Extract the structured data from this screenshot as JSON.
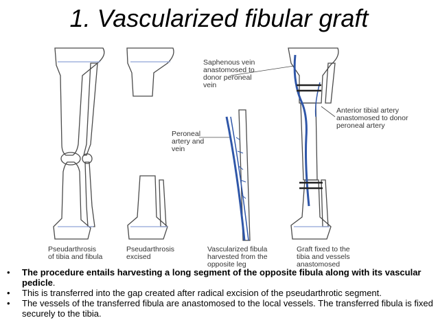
{
  "title": "1. Vascularized fibular graft",
  "labels": {
    "saphenous": [
      "Saphenous vein",
      "anastomosed to",
      "donor peroneal",
      "vein"
    ],
    "anterior": [
      "Anterior tibial artery",
      "anastomosed to donor",
      "peroneal artery"
    ],
    "peroneal": [
      "Peroneal",
      "artery and",
      "vein"
    ]
  },
  "captions": [
    [
      "Pseudarthrosis",
      "of tibia and fibula"
    ],
    [
      "Pseudarthrosis",
      "excised"
    ],
    [
      "Vascularized fibula",
      "harvested from the",
      "opposite leg"
    ],
    [
      "Graft fixed to the",
      "tibia and vessels",
      "anastomosed"
    ]
  ],
  "bullets": [
    {
      "marker": "•",
      "text": "The procedure entails harvesting a long segment of the opposite fibula along with its vascular pedicle",
      "suffix": "."
    },
    {
      "marker": "•",
      "text": " This is transferred into the gap created after radical excision of the pseudarthrotic segment.",
      "suffix": ""
    },
    {
      "marker": "•",
      "text": "The vessels of the transferred fibula are anastomosed to the local vessels. The transferred fibula is fixed securely to the tibia.",
      "suffix": ""
    }
  ],
  "colors": {
    "bone_outline": "#4a4a4a",
    "vessel": "#2f56a8",
    "light_line": "#8fa3d6"
  }
}
